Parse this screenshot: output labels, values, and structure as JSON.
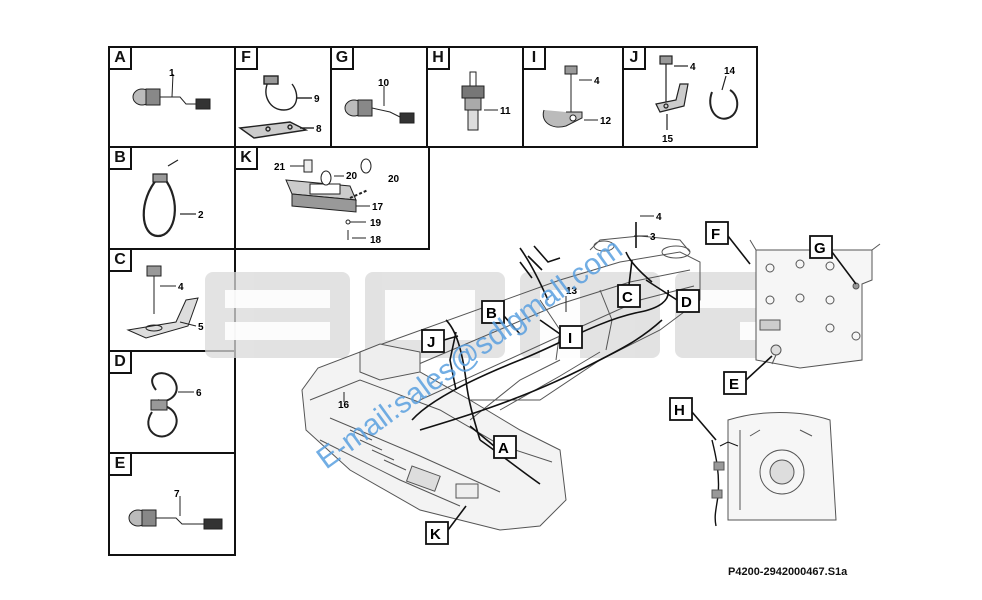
{
  "panels": {
    "A": {
      "label": "A",
      "callouts": [
        "1"
      ]
    },
    "F": {
      "label": "F",
      "callouts": [
        "9",
        "8"
      ]
    },
    "G": {
      "label": "G",
      "callouts": [
        "10"
      ]
    },
    "H": {
      "label": "H",
      "callouts": [
        "11"
      ]
    },
    "I": {
      "label": "I",
      "callouts": [
        "4",
        "12"
      ]
    },
    "J": {
      "label": "J",
      "callouts": [
        "4",
        "14",
        "15"
      ]
    },
    "B": {
      "label": "B",
      "callouts": [
        "2"
      ]
    },
    "K": {
      "label": "K",
      "callouts": [
        "21",
        "20",
        "20",
        "17",
        "19",
        "18"
      ]
    },
    "C": {
      "label": "C",
      "callouts": [
        "4",
        "5"
      ]
    },
    "D": {
      "label": "D",
      "callouts": [
        "6"
      ]
    },
    "E": {
      "label": "E",
      "callouts": [
        "7"
      ]
    }
  },
  "main_view": {
    "callouts": [
      "4",
      "3",
      "13",
      "16"
    ],
    "tags": [
      "B",
      "C",
      "D",
      "I",
      "J",
      "A",
      "K"
    ]
  },
  "detail_view": {
    "tags": [
      "F",
      "G",
      "E",
      "H"
    ]
  },
  "watermark": {
    "logo": "SDLG",
    "email": "E-mail:sales@sdlgmall.com"
  },
  "drawing_code": "P4200-2942000467.S1a"
}
